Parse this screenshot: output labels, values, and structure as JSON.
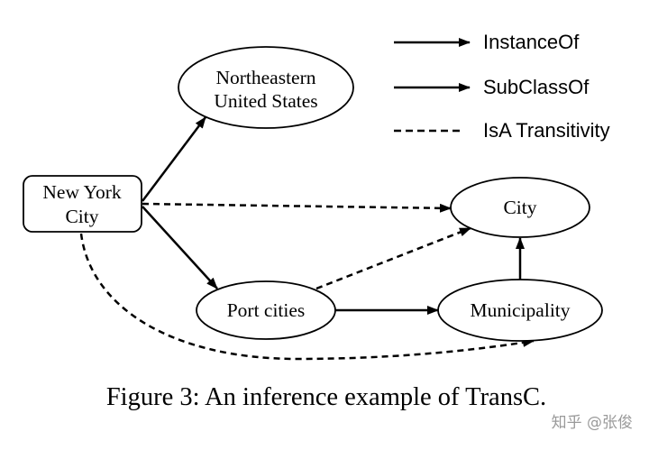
{
  "legend": [
    {
      "label": "InstanceOf",
      "dashed": false
    },
    {
      "label": "SubClassOf",
      "dashed": false
    },
    {
      "label": "IsA Transitivity",
      "dashed": true
    }
  ],
  "nodes": [
    {
      "lines": [
        "Northeastern",
        "United States"
      ]
    },
    {
      "lines": [
        "New York",
        "City"
      ]
    },
    {
      "lines": [
        "City"
      ]
    },
    {
      "lines": [
        "Port cities"
      ]
    },
    {
      "lines": [
        "Municipality"
      ]
    }
  ],
  "edges": [
    {
      "from": 1,
      "to": 0,
      "dashed": false
    },
    {
      "from": 1,
      "to": 2,
      "dashed": true
    },
    {
      "from": 1,
      "to": 3,
      "dashed": false
    },
    {
      "from": 1,
      "to": 4,
      "dashed": true
    },
    {
      "from": 3,
      "to": 2,
      "dashed": true
    },
    {
      "from": 3,
      "to": 4,
      "dashed": false
    },
    {
      "from": 4,
      "to": 2,
      "dashed": false
    }
  ],
  "caption": "Figure 3: An inference example of TransC.",
  "watermark": "知乎 @张俊",
  "colors": {
    "ink": "#000000",
    "background": "#ffffff",
    "watermark": "#9a9a9a"
  }
}
